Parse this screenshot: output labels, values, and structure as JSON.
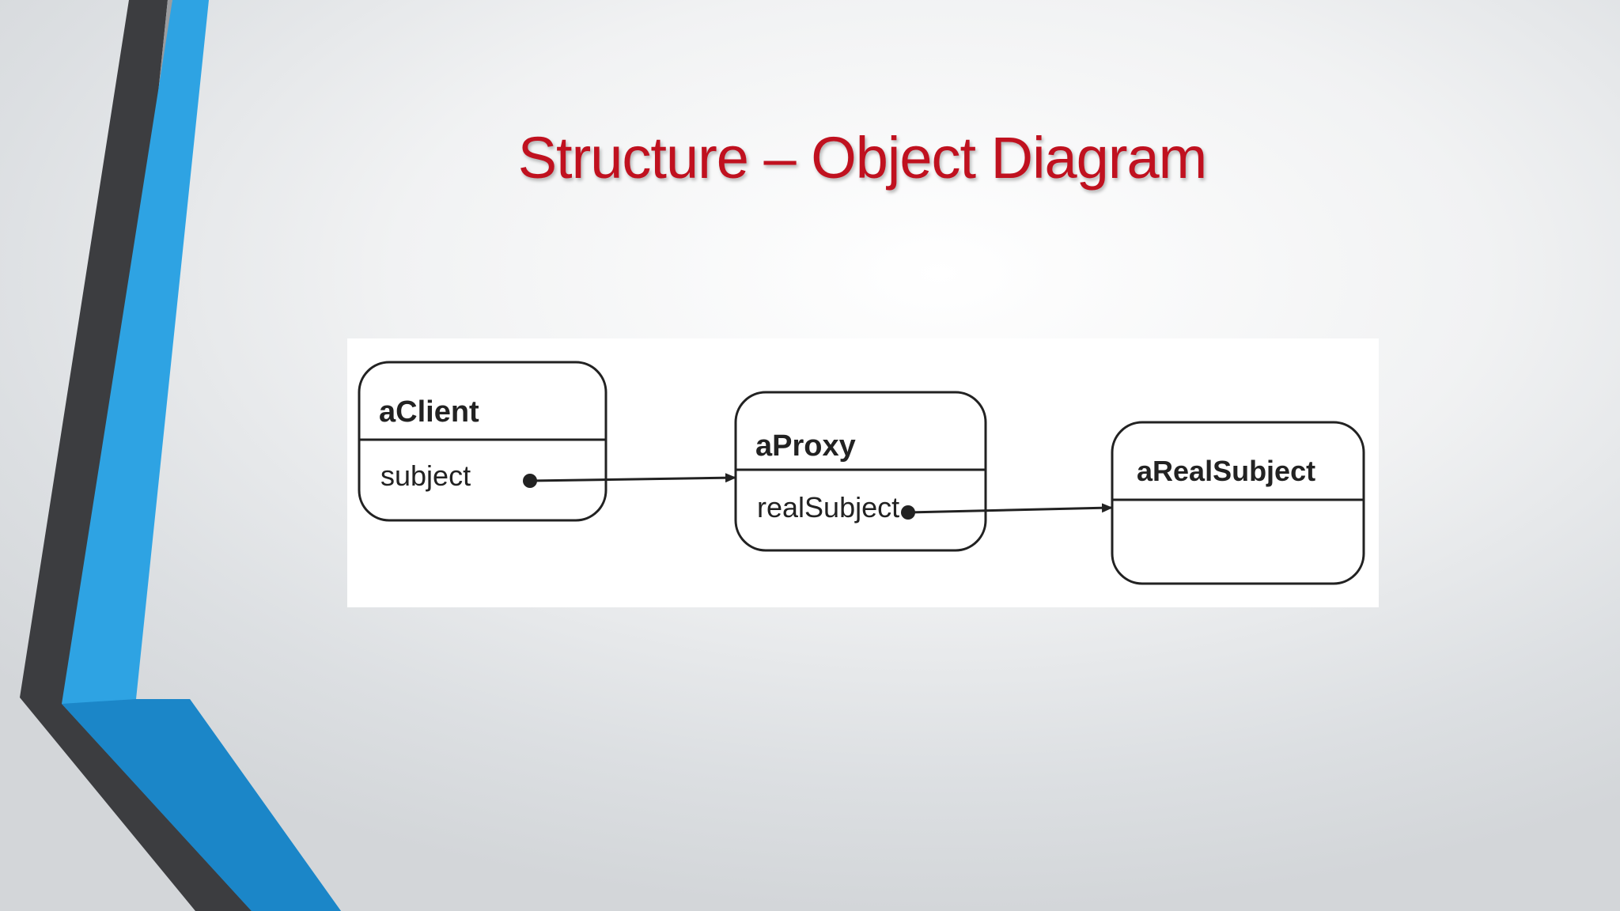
{
  "slide": {
    "title": "Structure – Object Diagram"
  },
  "theme": {
    "title_color": "#c0111f",
    "accent_blue": "#2ea3e3",
    "accent_dark": "#3c3d40",
    "line_color": "#222222"
  },
  "diagram": {
    "objects": [
      {
        "name": "aClient",
        "fields": [
          "subject"
        ]
      },
      {
        "name": "aProxy",
        "fields": [
          "realSubject"
        ]
      },
      {
        "name": "aRealSubject",
        "fields": []
      }
    ],
    "links": [
      {
        "from": "aClient.subject",
        "to": "aProxy"
      },
      {
        "from": "aProxy.realSubject",
        "to": "aRealSubject"
      }
    ]
  }
}
